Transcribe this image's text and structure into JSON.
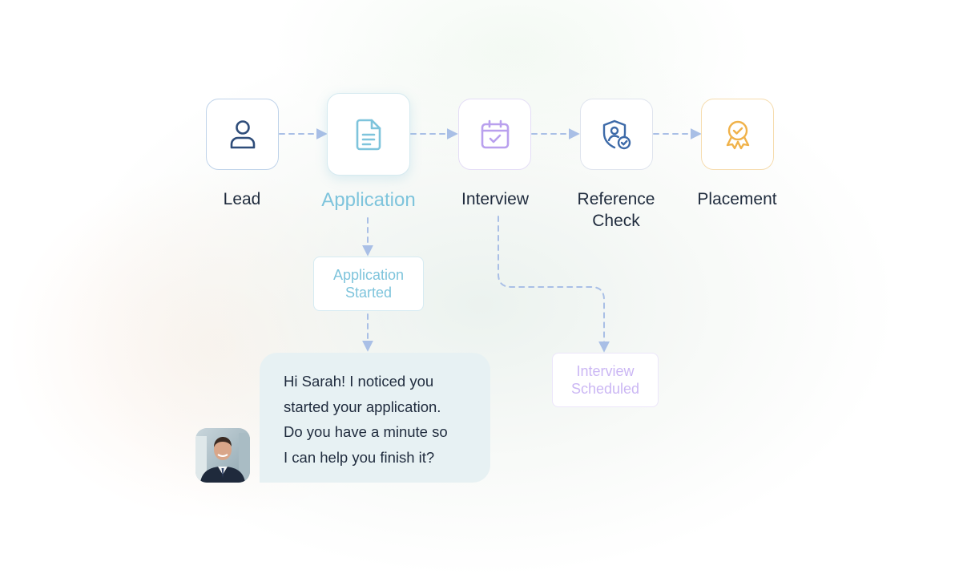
{
  "stages": [
    {
      "label": "Lead",
      "icon": "user-icon",
      "color": "#2f4d7a",
      "active": false
    },
    {
      "label": "Application",
      "icon": "document-icon",
      "color": "#7ec4dc",
      "active": true
    },
    {
      "label": "Interview",
      "icon": "calendar-icon",
      "color": "#b9a0ee",
      "active": false
    },
    {
      "label_lines": [
        "Reference",
        "Check"
      ],
      "icon": "shield-user-check-icon",
      "color": "#3d6aa8",
      "active": false
    },
    {
      "label": "Placement",
      "icon": "award-badge-icon",
      "color": "#f0b24a",
      "active": false
    }
  ],
  "substeps": {
    "application": {
      "lines": [
        "Application",
        "Started"
      ],
      "color": "#7ec4dc"
    },
    "interview": {
      "lines": [
        "Interview",
        "Scheduled"
      ],
      "color": "#cbb7f4"
    }
  },
  "message": {
    "lines": [
      "Hi Sarah! I noticed you",
      "started your application.",
      "Do you have a minute so",
      "I can help you finish it?"
    ]
  },
  "avatar": {
    "icon": "recruiter-avatar"
  },
  "colors": {
    "connector": "#a9bfe6",
    "box_border": "#dfe4ee",
    "bubble_bg": "#e7f1f3",
    "text": "#1f2b3d"
  }
}
